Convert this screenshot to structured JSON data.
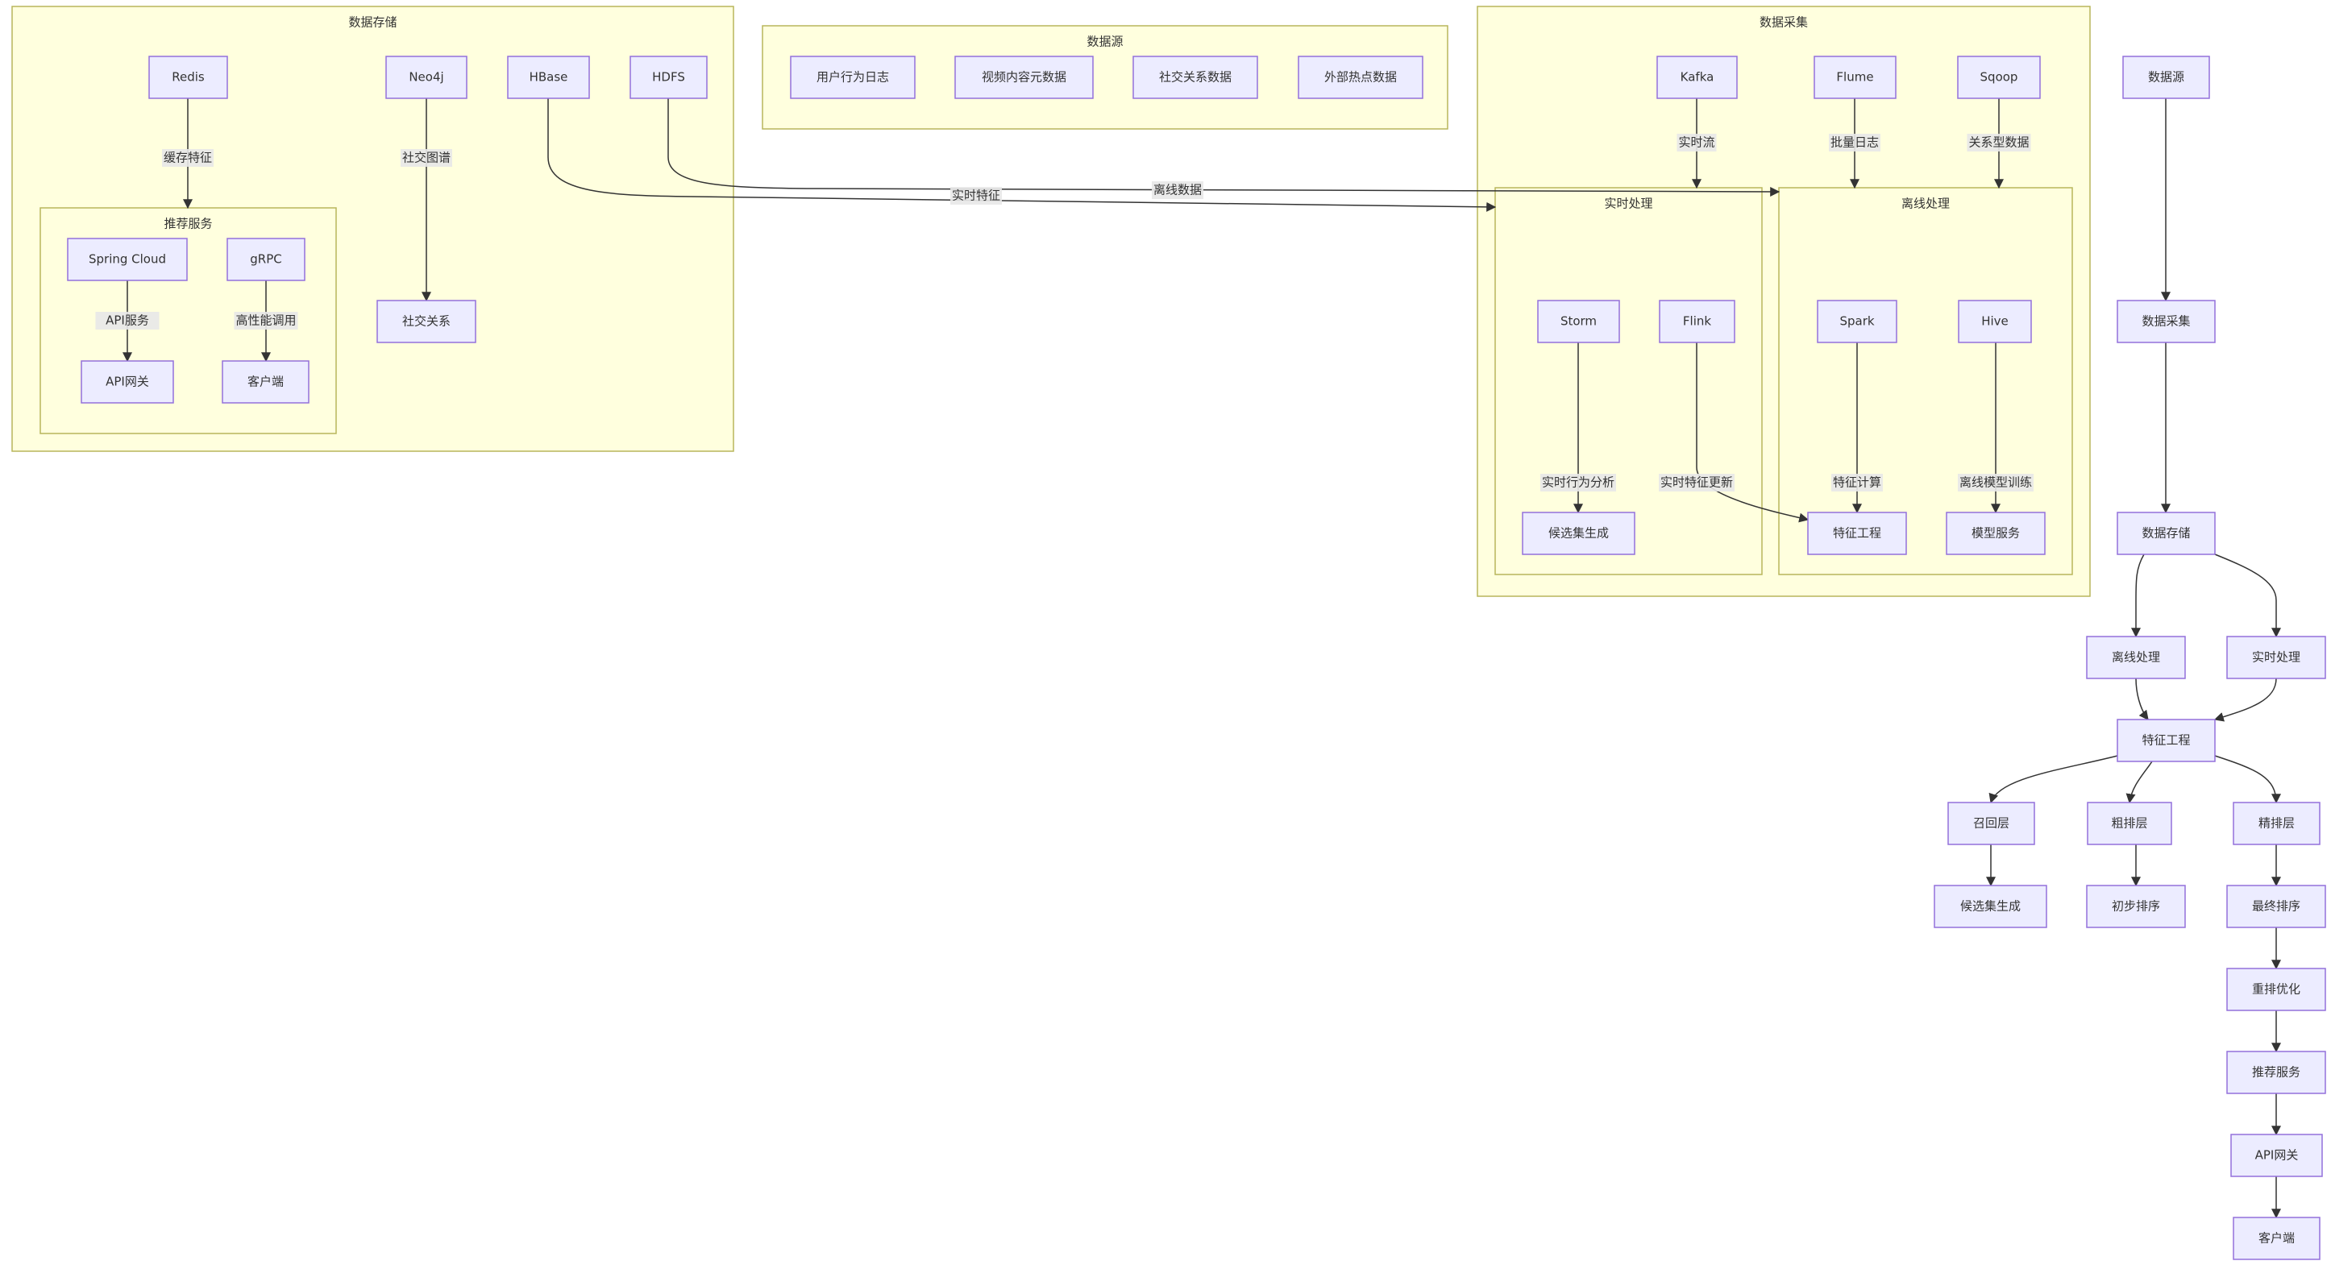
{
  "clusters": [
    {
      "id": "storage",
      "title": "数据存储"
    },
    {
      "id": "rec_service",
      "title": "推荐服务"
    },
    {
      "id": "sources",
      "title": "数据源"
    },
    {
      "id": "collection",
      "title": "数据采集"
    },
    {
      "id": "realtime",
      "title": "实时处理"
    },
    {
      "id": "offline",
      "title": "离线处理"
    }
  ],
  "nodes": [
    {
      "id": "redis",
      "label": "Redis"
    },
    {
      "id": "neo4j",
      "label": "Neo4j"
    },
    {
      "id": "hbase",
      "label": "HBase"
    },
    {
      "id": "hdfs",
      "label": "HDFS"
    },
    {
      "id": "spring_cloud",
      "label": "Spring Cloud"
    },
    {
      "id": "grpc",
      "label": "gRPC"
    },
    {
      "id": "api_gateway_a",
      "label": "API网关"
    },
    {
      "id": "client_a",
      "label": "客户端"
    },
    {
      "id": "social_rel",
      "label": "社交关系"
    },
    {
      "id": "user_log",
      "label": "用户行为日志"
    },
    {
      "id": "video_meta",
      "label": "视频内容元数据"
    },
    {
      "id": "social_data",
      "label": "社交关系数据"
    },
    {
      "id": "hot_data",
      "label": "外部热点数据"
    },
    {
      "id": "kafka",
      "label": "Kafka"
    },
    {
      "id": "flume",
      "label": "Flume"
    },
    {
      "id": "sqoop",
      "label": "Sqoop"
    },
    {
      "id": "storm",
      "label": "Storm"
    },
    {
      "id": "flink",
      "label": "Flink"
    },
    {
      "id": "spark",
      "label": "Spark"
    },
    {
      "id": "hive",
      "label": "Hive"
    },
    {
      "id": "candidate_a",
      "label": "候选集生成"
    },
    {
      "id": "feature_a",
      "label": "特征工程"
    },
    {
      "id": "model_service",
      "label": "模型服务"
    },
    {
      "id": "m_source",
      "label": "数据源"
    },
    {
      "id": "m_collect",
      "label": "数据采集"
    },
    {
      "id": "m_storage",
      "label": "数据存储"
    },
    {
      "id": "m_offline",
      "label": "离线处理"
    },
    {
      "id": "m_realtime",
      "label": "实时处理"
    },
    {
      "id": "m_feature",
      "label": "特征工程"
    },
    {
      "id": "m_recall",
      "label": "召回层"
    },
    {
      "id": "m_coarse",
      "label": "粗排层"
    },
    {
      "id": "m_fine",
      "label": "精排层"
    },
    {
      "id": "m_candidate",
      "label": "候选集生成"
    },
    {
      "id": "m_initial",
      "label": "初步排序"
    },
    {
      "id": "m_final",
      "label": "最终排序"
    },
    {
      "id": "m_rerank",
      "label": "重排优化"
    },
    {
      "id": "m_recservice",
      "label": "推荐服务"
    },
    {
      "id": "m_api",
      "label": "API网关"
    },
    {
      "id": "m_client",
      "label": "客户端"
    }
  ],
  "edges": [
    {
      "from": "redis",
      "to": "rec_service",
      "label": "缓存特征"
    },
    {
      "from": "spring_cloud",
      "to": "api_gateway_a",
      "label": "API服务"
    },
    {
      "from": "grpc",
      "to": "client_a",
      "label": "高性能调用"
    },
    {
      "from": "neo4j",
      "to": "social_rel",
      "label": "社交图谱"
    },
    {
      "from": "hbase",
      "to": "realtime",
      "label": "实时特征"
    },
    {
      "from": "hdfs",
      "to": "offline",
      "label": "离线数据"
    },
    {
      "from": "kafka",
      "to": "realtime",
      "label": "实时流"
    },
    {
      "from": "flume",
      "to": "offline",
      "label": "批量日志"
    },
    {
      "from": "sqoop",
      "to": "offline",
      "label": "关系型数据"
    },
    {
      "from": "storm",
      "to": "candidate_a",
      "label": "实时行为分析"
    },
    {
      "from": "flink",
      "to": "feature_a",
      "label": "实时特征更新"
    },
    {
      "from": "spark",
      "to": "feature_a",
      "label": "特征计算"
    },
    {
      "from": "hive",
      "to": "model_service",
      "label": "离线模型训练"
    },
    {
      "from": "m_source",
      "to": "m_collect",
      "label": ""
    },
    {
      "from": "m_collect",
      "to": "m_storage",
      "label": ""
    },
    {
      "from": "m_storage",
      "to": "m_offline",
      "label": ""
    },
    {
      "from": "m_storage",
      "to": "m_realtime",
      "label": ""
    },
    {
      "from": "m_offline",
      "to": "m_feature",
      "label": ""
    },
    {
      "from": "m_realtime",
      "to": "m_feature",
      "label": ""
    },
    {
      "from": "m_feature",
      "to": "m_recall",
      "label": ""
    },
    {
      "from": "m_feature",
      "to": "m_coarse",
      "label": ""
    },
    {
      "from": "m_feature",
      "to": "m_fine",
      "label": ""
    },
    {
      "from": "m_recall",
      "to": "m_candidate",
      "label": ""
    },
    {
      "from": "m_coarse",
      "to": "m_initial",
      "label": ""
    },
    {
      "from": "m_fine",
      "to": "m_final",
      "label": ""
    },
    {
      "from": "m_final",
      "to": "m_rerank",
      "label": ""
    },
    {
      "from": "m_rerank",
      "to": "m_recservice",
      "label": ""
    },
    {
      "from": "m_recservice",
      "to": "m_api",
      "label": ""
    },
    {
      "from": "m_api",
      "to": "m_client",
      "label": ""
    }
  ]
}
